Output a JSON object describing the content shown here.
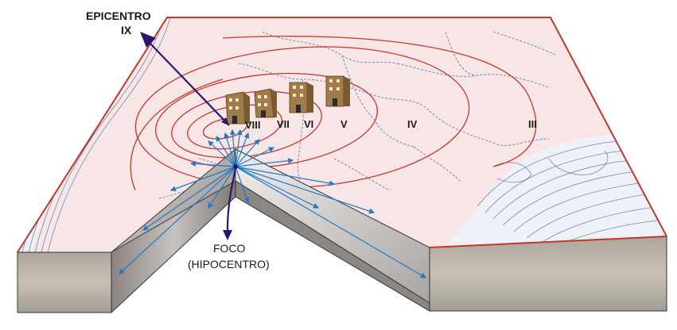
{
  "labels": {
    "epicenter_line1": "EPICENTRO",
    "epicenter_line2": "IX",
    "focus_line1": "FOCO",
    "focus_line2": "(HIPOCENTRO)"
  },
  "intensity_labels": [
    "VIII",
    "VII",
    "VI",
    "V",
    "IV",
    "III"
  ],
  "colors": {
    "land": "#f8e6e6",
    "map_border": "#c0392b",
    "isoseismal": "#c0392b",
    "coast": "#6f89b8",
    "admin_border": "#6f89b8",
    "wave_rays": "#1e7bc4",
    "arrow": "#2a1670",
    "block_side": "#9b9693",
    "building": "#a07c4a"
  },
  "icons": [
    "building-icon",
    "arrow-icon"
  ]
}
